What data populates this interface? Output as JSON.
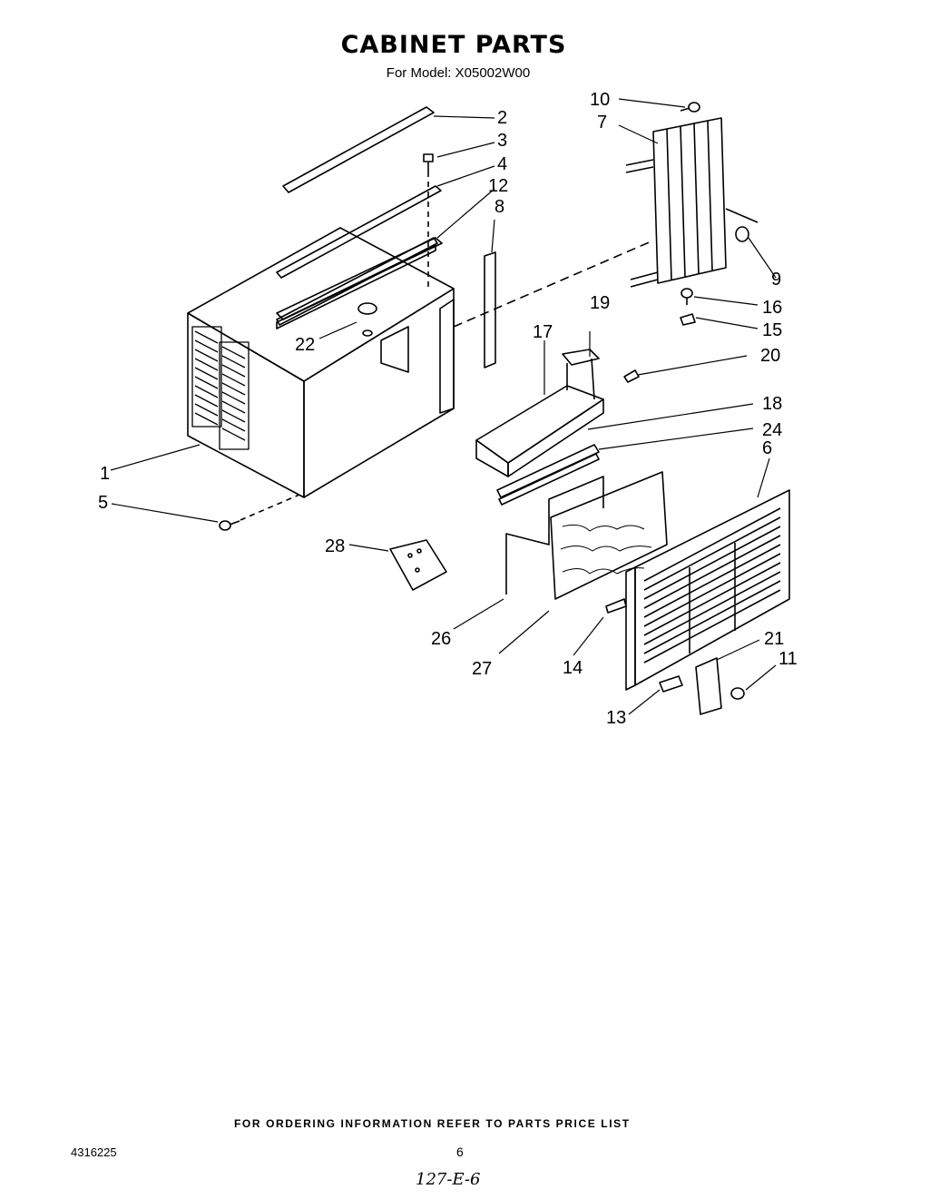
{
  "header": {
    "title": "CABINET PARTS",
    "subtitle": "For Model: X05002W00"
  },
  "callouts": [
    {
      "id": "c1",
      "label": "1"
    },
    {
      "id": "c2",
      "label": "2"
    },
    {
      "id": "c3",
      "label": "3"
    },
    {
      "id": "c4",
      "label": "4"
    },
    {
      "id": "c5",
      "label": "5"
    },
    {
      "id": "c6",
      "label": "6"
    },
    {
      "id": "c7",
      "label": "7"
    },
    {
      "id": "c8",
      "label": "8"
    },
    {
      "id": "c9",
      "label": "9"
    },
    {
      "id": "c10",
      "label": "10"
    },
    {
      "id": "c11",
      "label": "11"
    },
    {
      "id": "c12",
      "label": "12"
    },
    {
      "id": "c13",
      "label": "13"
    },
    {
      "id": "c14",
      "label": "14"
    },
    {
      "id": "c15",
      "label": "15"
    },
    {
      "id": "c16",
      "label": "16"
    },
    {
      "id": "c17",
      "label": "17"
    },
    {
      "id": "c18",
      "label": "18"
    },
    {
      "id": "c19",
      "label": "19"
    },
    {
      "id": "c20",
      "label": "20"
    },
    {
      "id": "c21",
      "label": "21"
    },
    {
      "id": "c22",
      "label": "22"
    },
    {
      "id": "c24",
      "label": "24"
    },
    {
      "id": "c26",
      "label": "26"
    },
    {
      "id": "c27",
      "label": "27"
    },
    {
      "id": "c28",
      "label": "28"
    }
  ],
  "footer": {
    "note": "FOR ORDERING INFORMATION REFER TO PARTS PRICE LIST",
    "doc_number": "4316225",
    "page_number": "6",
    "handwritten": "127-E-6"
  }
}
